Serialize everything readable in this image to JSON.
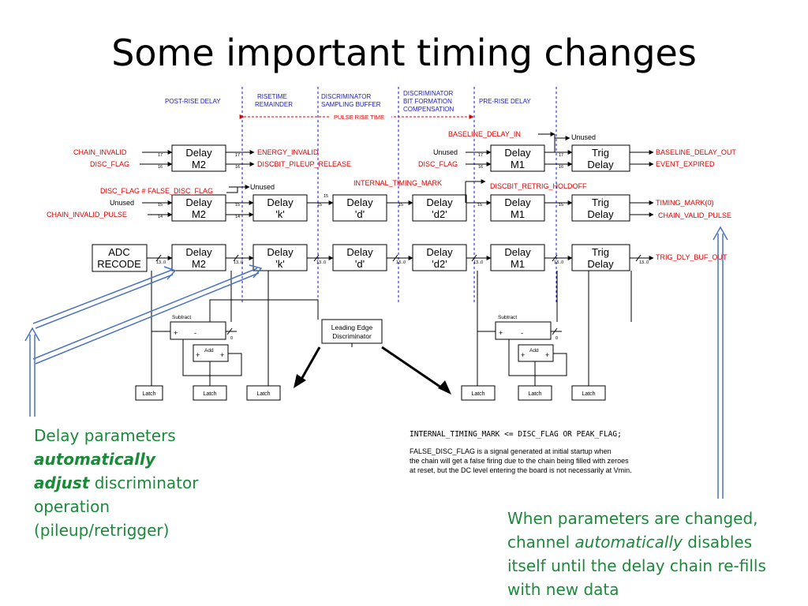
{
  "title": "Some important timing changes",
  "section_headers": {
    "post_rise_delay": "POST-RISE DELAY",
    "risetime_remainder_1": "RISETIME",
    "risetime_remainder_2": "REMAINDER",
    "disc_sampling_1": "DISCRIMINATOR",
    "disc_sampling_2": "SAMPLING BUFFER",
    "disc_bit_1": "DISCRIMINATOR",
    "disc_bit_2": "BIT FORMATION",
    "disc_bit_3": "COMPENSATION",
    "pre_rise_delay": "PRE-RISE DELAY",
    "pulse_rise_time": "PULSE RISE TIME"
  },
  "blocks": {
    "delay": "Delay",
    "trig": "Trig",
    "adc": "ADC",
    "recode": "RECODE",
    "m2": "M2",
    "m1": "M1",
    "k": "'k'",
    "d": "'d'",
    "d2": "'d2'",
    "led_1": "Leading Edge",
    "led_2": "Discriminator",
    "subtract": "Subtract",
    "add": "Add",
    "latch": "Latch"
  },
  "signals": {
    "chain_invalid": "CHAIN_INVALID",
    "disc_flag": "DISC_FLAG",
    "energy_invalid": "ENERGY_INVALID",
    "discbit_pileup_release": "DISCBIT_PILEUP_RELEASE",
    "baseline_delay_in": "BASELINE_DELAY_IN",
    "unused": "Unused",
    "baseline_delay_out": "BASELINE_DELAY_OUT",
    "event_expired": "EVENT_EXPIRED",
    "disc_flag_false": "DISC_FLAG # FALSE_DISC_FLAG",
    "chain_invalid_pulse": "CHAIN_INVALID_PULSE",
    "internal_timing_mark": "INTERNAL_TIMING_MARK",
    "discbit_retrig_holdoff": "DISCBIT_RETRIG_HOLDOFF",
    "timing_mark": "TIMING_MARK(0)",
    "chain_valid_pulse": "CHAIN_VALID_PULSE",
    "trig_dly_buf_out": "TRIG_DLY_BUF_OUT"
  },
  "bus": {
    "b17": "17",
    "b16": "16",
    "b15": "15",
    "b14": "14",
    "b13_0": "13..0",
    "zero": "0",
    "plus": "+",
    "minus": "-"
  },
  "equation": "INTERNAL_TIMING_MARK <= DISC_FLAG OR PEAK_FLAG;",
  "footnote_1": "FALSE_DISC_FLAG is a signal generated at initial startup when",
  "footnote_2": "the chain will get a false firing due to the chain being filled with zeroes",
  "footnote_3": "at reset, but the DC level entering the board is not necessarily at Vmin.",
  "note_left": {
    "l1": "Delay parameters",
    "l2": "automatically",
    "l3a": "adjust",
    "l3b": " discriminator",
    "l4": "operation",
    "l5": "(pileup/retrigger)"
  },
  "note_right": {
    "l1": "When parameters are changed,",
    "l2a": "channel ",
    "l2b": "automatically",
    "l2c": " disables",
    "l3": "itself until the delay chain re-fills",
    "l4": "with new data"
  },
  "colors": {
    "signal_red": "#e00000",
    "header_blue": "#1a1acc",
    "note_green": "#1a8a3a",
    "arrow_blue": "#4a74c0"
  }
}
